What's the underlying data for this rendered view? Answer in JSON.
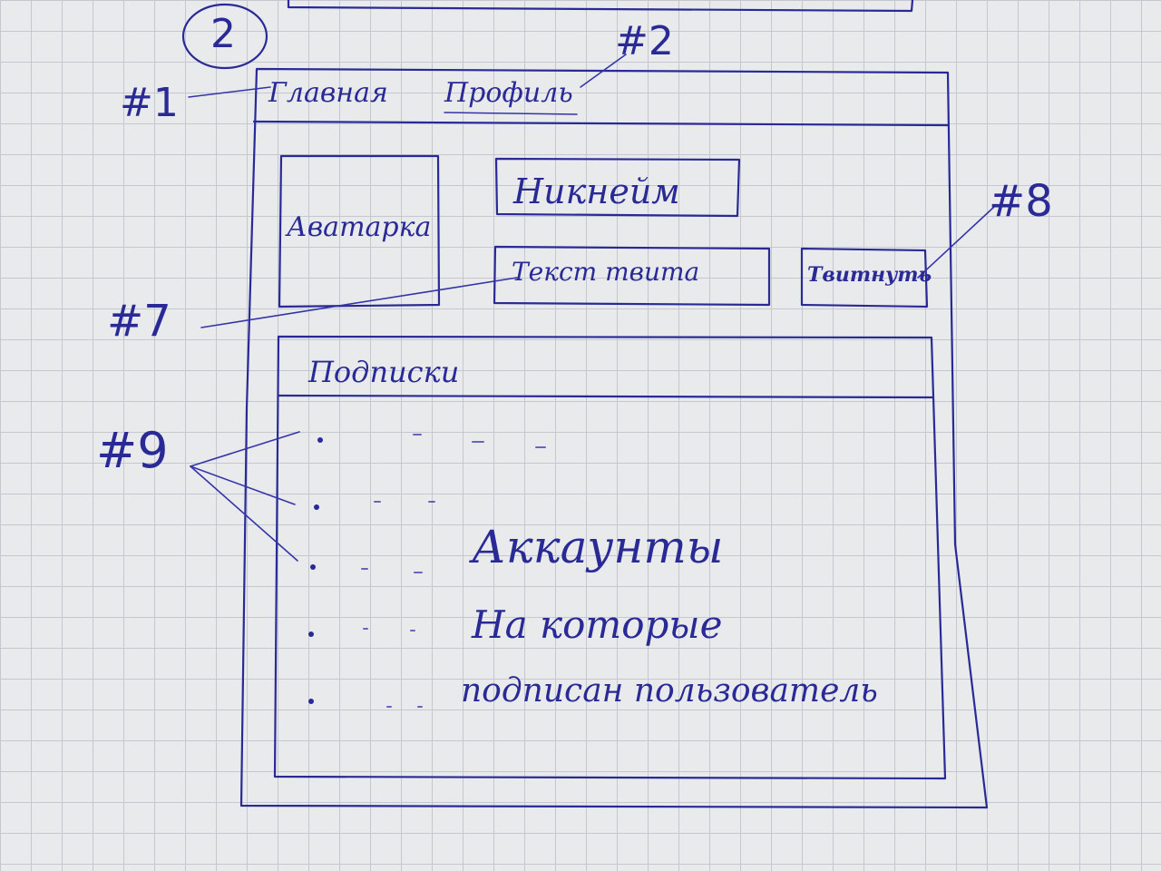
{
  "screen": {
    "number": "2"
  },
  "nav": {
    "home_label": "Главная",
    "profile_label": "Профиль"
  },
  "profile": {
    "avatar_label": "Аватарка",
    "nickname_label": "Никнейм",
    "tweet_input_placeholder": "Текст твита",
    "tweet_button_label": "Твитнуть"
  },
  "subscriptions": {
    "title": "Подписки",
    "description_lines": [
      "Аккаунты",
      "На которые",
      "подписан пользователь"
    ]
  },
  "annotations": {
    "home": "#1",
    "profile": "#2",
    "tweet_text": "#7",
    "tweet_button": "#8",
    "subscriptions_list": "#9"
  },
  "colors": {
    "ink": "#2a2a96",
    "paper": "#e9eaec",
    "grid": "#c4c7cf"
  }
}
